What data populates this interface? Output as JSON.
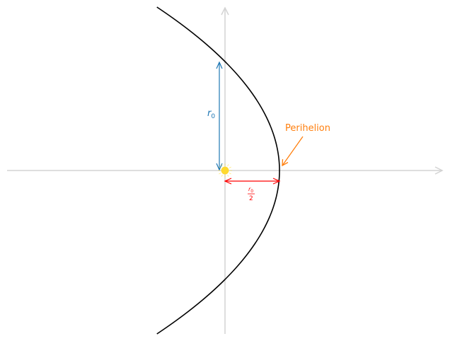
{
  "labels": {
    "r0_base": "r",
    "r0_sub": "0",
    "perihelion": "Perihelion",
    "half_num_base": "r",
    "half_num_sub": "0",
    "half_den": "2"
  },
  "colors": {
    "axis": "#d3d3d3",
    "curve": "#000000",
    "r0_arrow": "#1f77b4",
    "perihelion": "#ff7f0e",
    "half_arrow": "#ff0000",
    "sun": "#ffd92f"
  },
  "icons": {
    "sun": "sun-icon"
  }
}
